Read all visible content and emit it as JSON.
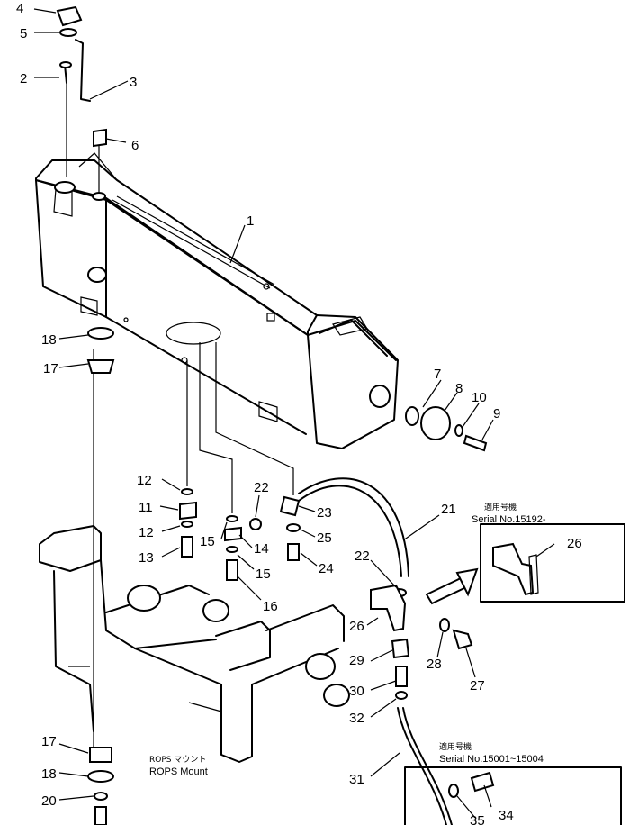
{
  "callouts": [
    {
      "id": "c1",
      "text": "1"
    },
    {
      "id": "c2",
      "text": "2"
    },
    {
      "id": "c3",
      "text": "3"
    },
    {
      "id": "c4",
      "text": "4"
    },
    {
      "id": "c5",
      "text": "5"
    },
    {
      "id": "c6",
      "text": "6"
    },
    {
      "id": "c7",
      "text": "7"
    },
    {
      "id": "c8",
      "text": "8"
    },
    {
      "id": "c9",
      "text": "9"
    },
    {
      "id": "c10",
      "text": "10"
    },
    {
      "id": "c11",
      "text": "11"
    },
    {
      "id": "c12a",
      "text": "12"
    },
    {
      "id": "c12b",
      "text": "12"
    },
    {
      "id": "c13",
      "text": "13"
    },
    {
      "id": "c14",
      "text": "14"
    },
    {
      "id": "c15a",
      "text": "15"
    },
    {
      "id": "c15b",
      "text": "15"
    },
    {
      "id": "c16",
      "text": "16"
    },
    {
      "id": "c17a",
      "text": "17"
    },
    {
      "id": "c17b",
      "text": "17"
    },
    {
      "id": "c18a",
      "text": "18"
    },
    {
      "id": "c18b",
      "text": "18"
    },
    {
      "id": "c20",
      "text": "20"
    },
    {
      "id": "c21",
      "text": "21"
    },
    {
      "id": "c22a",
      "text": "22"
    },
    {
      "id": "c22b",
      "text": "22"
    },
    {
      "id": "c23",
      "text": "23"
    },
    {
      "id": "c24",
      "text": "24"
    },
    {
      "id": "c25",
      "text": "25"
    },
    {
      "id": "c26a",
      "text": "26"
    },
    {
      "id": "c26b",
      "text": "26"
    },
    {
      "id": "c27",
      "text": "27"
    },
    {
      "id": "c28",
      "text": "28"
    },
    {
      "id": "c29",
      "text": "29"
    },
    {
      "id": "c30",
      "text": "30"
    },
    {
      "id": "c31",
      "text": "31"
    },
    {
      "id": "c32",
      "text": "32"
    },
    {
      "id": "c34",
      "text": "34"
    },
    {
      "id": "c35",
      "text": "35"
    }
  ],
  "notes": {
    "inset_upper_jp": "適用号機",
    "inset_upper": "Serial No.15192-",
    "inset_lower_jp": "適用号機",
    "inset_lower": "Serial No.15001~15004",
    "rops_jp": "ROPS マウント",
    "rops": "ROPS Mount"
  }
}
